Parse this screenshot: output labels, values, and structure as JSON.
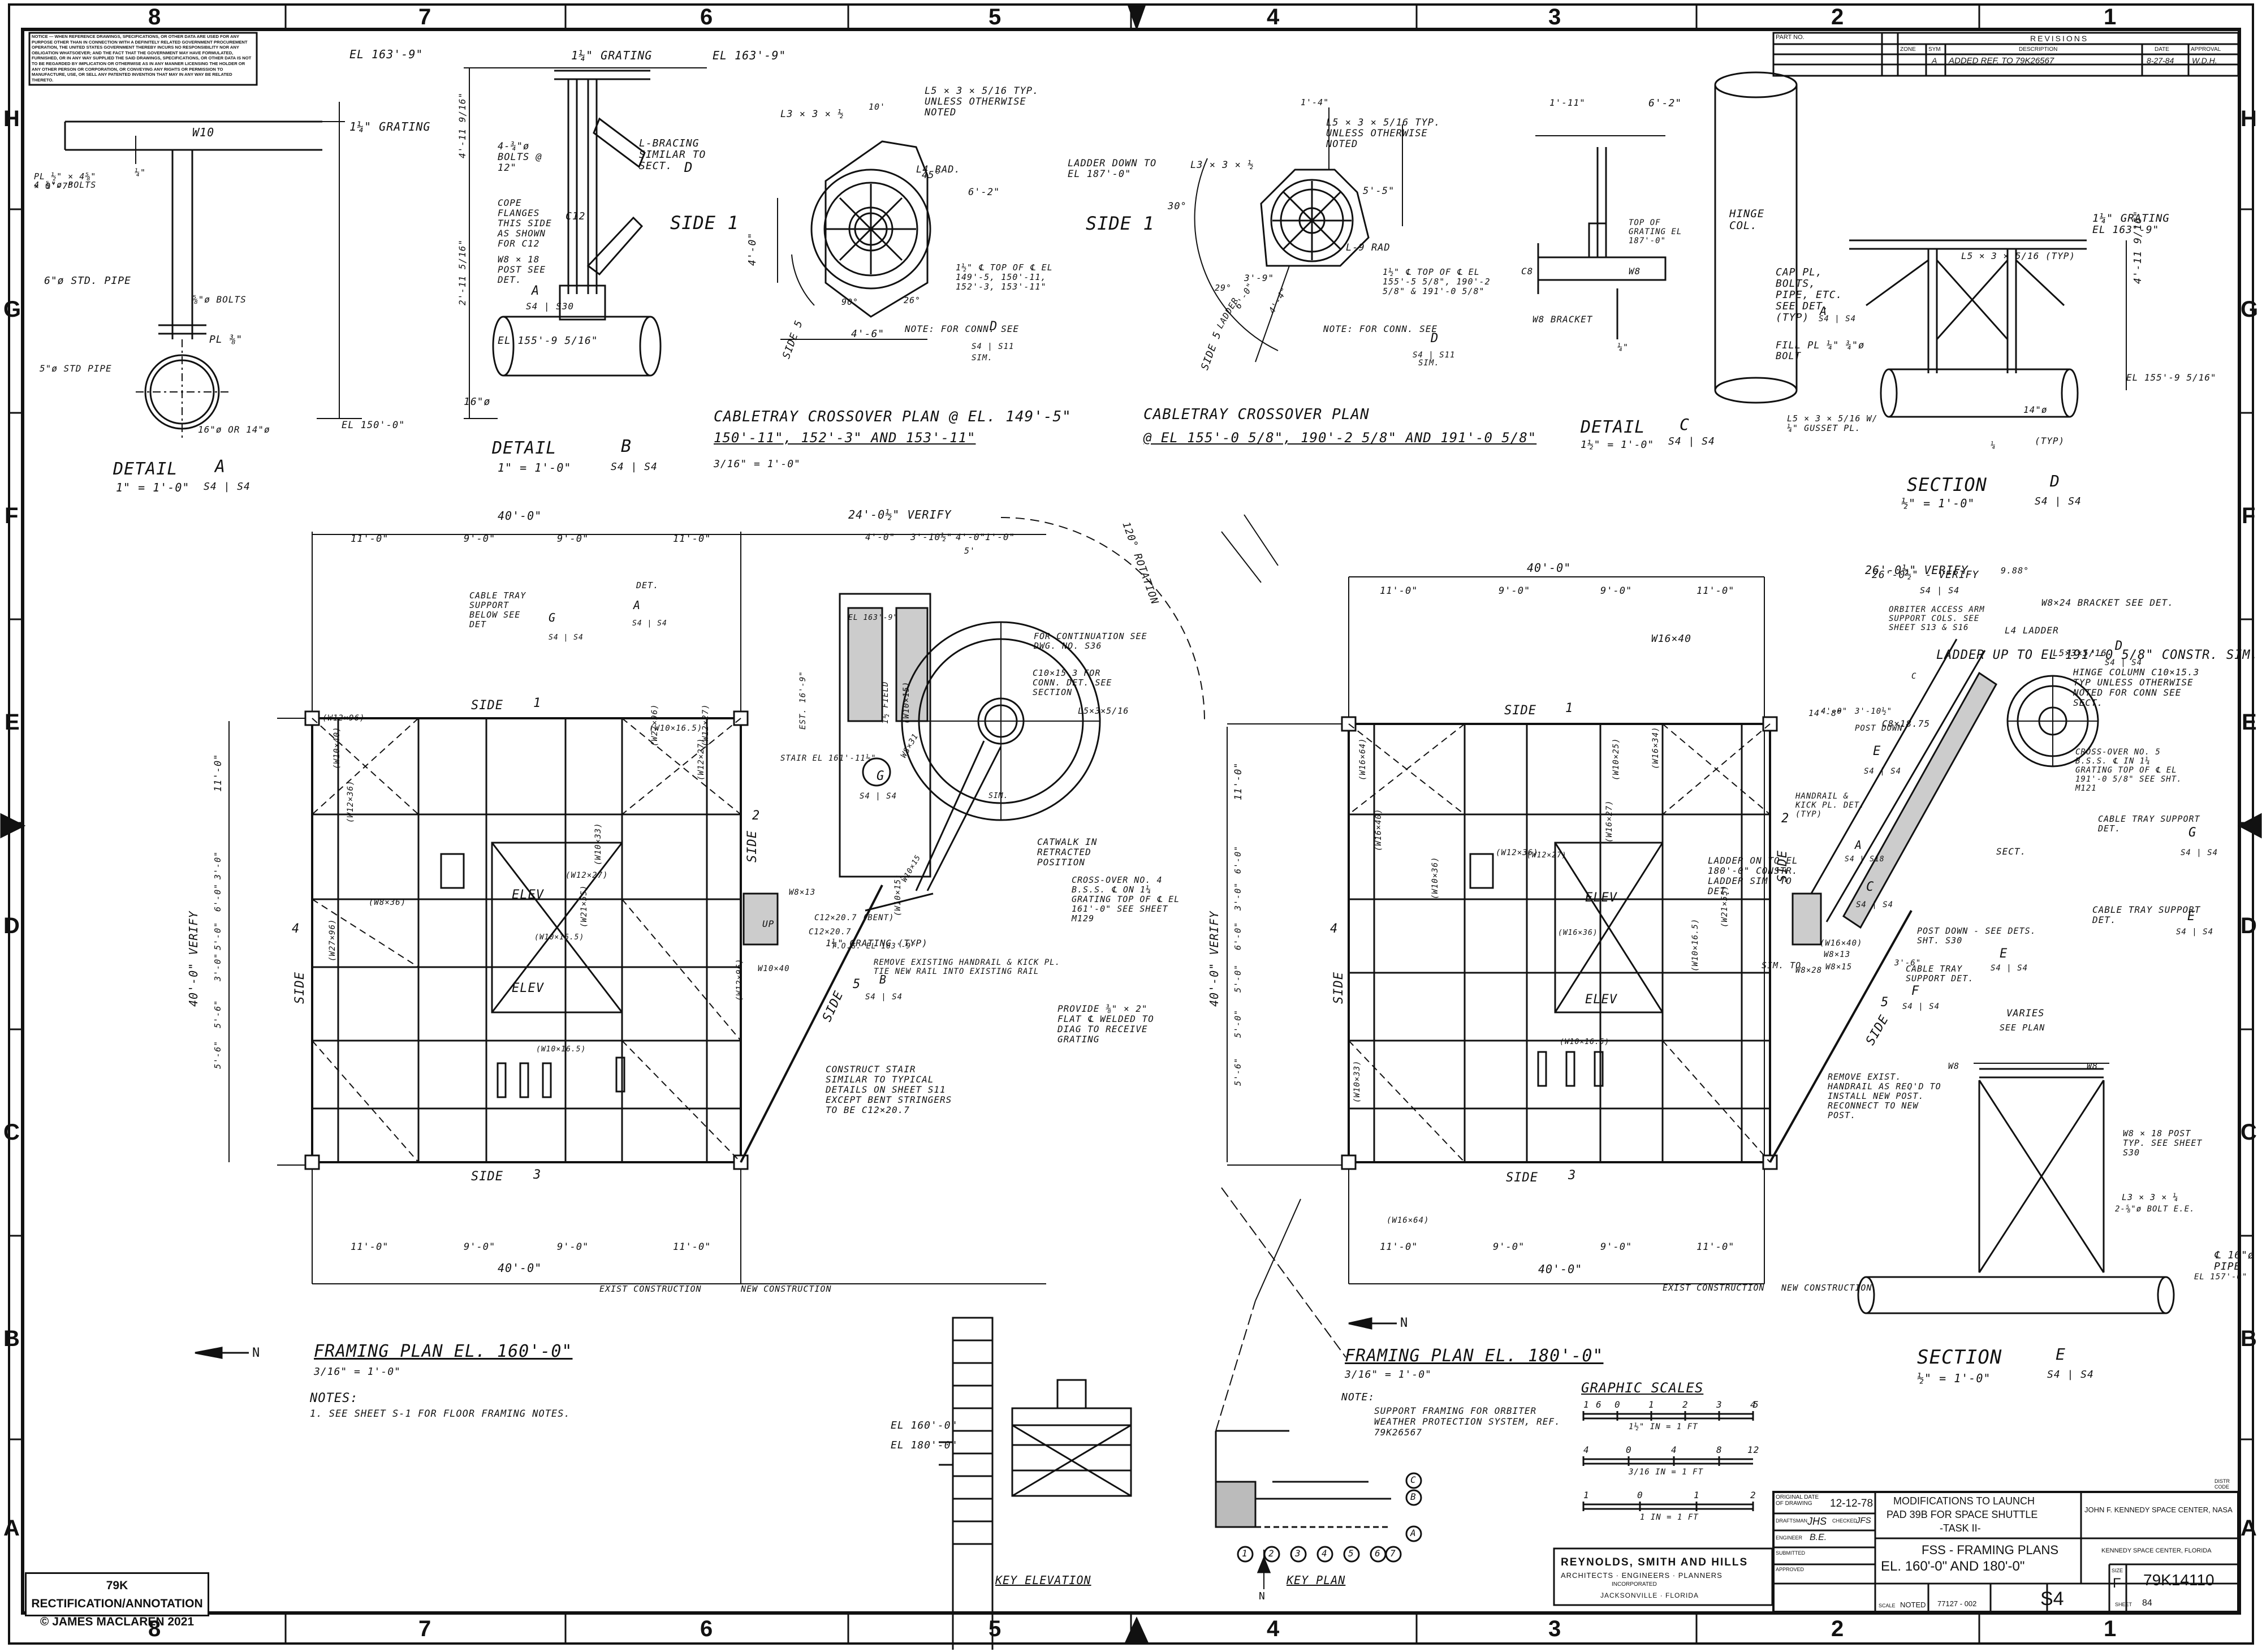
{
  "border": {
    "columns": [
      "8",
      "7",
      "6",
      "5",
      "4",
      "3",
      "2",
      "1"
    ],
    "rows": [
      "H",
      "G",
      "F",
      "E",
      "D",
      "C",
      "B",
      "A"
    ]
  },
  "notice": "NOTICE — WHEN REFERENCE DRAWINGS, SPECIFICATIONS, OR OTHER DATA ARE USED FOR ANY PURPOSE OTHER THAN IN CONNECTION WITH A DEFINITELY RELATED GOVERNMENT PROCUREMENT OPERATION, THE UNITED STATES GOVERNMENT THEREBY INCURS NO RESPONSIBILITY NOR ANY OBLIGATION WHATSOEVER; AND THE FACT THAT THE GOVERNMENT MAY HAVE FORMULATED, FURNISHED, OR IN ANY WAY SUPPLIED THE SAID DRAWINGS, SPECIFICATIONS, OR OTHER DATA IS NOT TO BE REGARDED BY IMPLICATION OR OTHERWISE AS IN ANY MANNER LICENSING THE HOLDER OR ANY OTHER PERSON OR CORPORATION, OR CONVEYING ANY RIGHTS OR PERMISSION TO MANUFACTURE, USE, OR SELL ANY PATENTED INVENTION THAT MAY IN ANY WAY BE RELATED THERETO.",
  "revisions": {
    "header": "REVISIONS",
    "part_no": "PART NO.",
    "cols": [
      "ZONE",
      "SYM",
      "DESCRIPTION",
      "DATE",
      "APPROVAL"
    ],
    "row": {
      "sym": "A",
      "description": "ADDED REF. TO 79K26567",
      "date": "8-27-84",
      "approval": "W.D.H."
    }
  },
  "details": {
    "a": {
      "title": "DETAIL",
      "letter": "A",
      "scale": "1\" = 1'-0\"",
      "sheet": "S4 | S4",
      "labels": [
        "W10",
        "EL 163'-9\"",
        "1¼\" GRATING",
        "PL ½\" × 4⅝\" × 0'-7\"",
        "4 ⅝\"ø BOLTS",
        "6\"ø STD. PIPE",
        "⅝\"ø BOLTS",
        "PL ⅜\"",
        "5\"ø STD PIPE",
        "16\"ø OR 14\"ø",
        "¼\""
      ]
    },
    "b": {
      "title": "DETAIL",
      "letter": "B",
      "scale": "1\" = 1'-0\"",
      "sheet": "S4 | S4",
      "labels": [
        "1¼\" GRATING",
        "EL 163'-9\"",
        "C12",
        "4-¾\"ø BOLTS @ 12\"",
        "L-BRACING SIMILAR TO SECT.",
        "D",
        "COPE FLANGES THIS SIDE AS SHOWN FOR C12",
        "W8 × 18 POST SEE DET.",
        "A",
        "S4 | S30",
        "EL 155'-9 5/16\"",
        "16\"ø",
        "EL 150'-0\"",
        "4'-11 9/16\"",
        "2'-11 5/16\""
      ]
    },
    "c": {
      "title": "DETAIL",
      "letter": "C",
      "scale": "1½\" = 1'-0\"",
      "sheet": "S4 | S4",
      "labels": [
        "6'-2\"",
        "1'-11\"",
        "TOP OF GRATING EL 187'-0\"",
        "HINGE COL.",
        "C8",
        "W8",
        "W8 BRACKET",
        "¼\""
      ]
    },
    "d": {
      "title": "SECTION",
      "letter": "D",
      "scale": "½\" = 1'-0\"",
      "sheet": "S4 | S4",
      "labels": [
        "1¼\" GRATING",
        "EL 163'-9\"",
        "CAP PL, BOLTS, PIPE, ETC. SEE DET. (TYP)",
        "A",
        "S4 | S4",
        "FILL PL ¼\" ¾\"ø BOLT",
        "L5 × 3 × 5/16 (TYP)",
        "L5 × 3 × 5/16 W/ ¼\" GUSSET PL.",
        "EL 155'-9 5/16\"",
        "4'-11 9/16\"",
        "14\"ø",
        "(TYP)",
        "¼"
      ]
    },
    "e": {
      "title": "SECTION",
      "letter": "E",
      "scale": "½\" = 1'-0\"",
      "sheet": "S4 | S4",
      "labels": [
        "VARIES",
        "SEE PLAN",
        "W8",
        "W8",
        "W8 × 18 POST TYP. SEE SHEET S30",
        "L3 × 3 × ¼",
        "2-⅝\"ø BOLT E.E.",
        "℄ 16\"ø PIPE",
        "EL 157'-0\""
      ]
    }
  },
  "crossover1": {
    "title": "CABLETRAY CROSSOVER PLAN @ EL. 149'-5\"",
    "subtitle": "150'-11\", 152'-3\" AND 153'-11\"",
    "scale": "3/16\" = 1'-0\"",
    "labels": [
      "L3 × 3 × ½",
      "L5 × 3 × 5/16 TYP. UNLESS OTHERWISE NOTED",
      "10'",
      "SIDE 1",
      "L4 RAD.",
      "45°",
      "6'-2\"",
      "4'-0\"",
      "1½\" ℄ TOP OF ℄ EL 149'-5, 150'-11, 152'-3, 153'-11\"",
      "90°",
      "26°",
      "4'-6\"",
      "SIDE 5",
      "NOTE: FOR CONN. SEE",
      "D",
      "S4 | S11",
      "SIM."
    ]
  },
  "crossover2": {
    "title": "CABLETRAY CROSSOVER PLAN",
    "subtitle": "@ EL 155'-0 5/8\", 190'-2 5/8\" AND 191'-0 5/8\"",
    "labels": [
      "LADDER DOWN TO EL 187'-0\"",
      "L3 × 3 × ½",
      "L5 × 3 × 5/16 TYP. UNLESS OTHERWISE NOTED",
      "1'-4\"",
      "SIDE 1",
      "30°",
      "5'-5\"",
      "L-9 RAD",
      "3'-9\"",
      "1½\" ℄ TOP OF ℄ EL 155'-5 5/8\", 190'-2 5/8\" & 191'-0 5/8\"",
      "29°",
      "SIDE 5",
      "NOTE: FOR CONN. SEE",
      "D",
      "S4 | S11",
      "SIM.",
      "6'-0\"",
      "4'-4\"",
      "LADDER"
    ]
  },
  "plan_left": {
    "title": "FRAMING PLAN EL. 160'-0\"",
    "scale": "3/16\" = 1'-0\"",
    "north": "N",
    "notes_title": "NOTES:",
    "note": "1. SEE SHEET S-1 FOR FLOOR FRAMING NOTES.",
    "dims_top": [
      "40'-0\"",
      "11'-0\"",
      "9'-0\"",
      "9'-0\"",
      "11'-0\"",
      "24'-0½\" VERIFY",
      "4'-0\"",
      "3'-10½\"",
      "4'-0\"",
      "1'-0\"",
      "5'"
    ],
    "dims_bottom": [
      "11'-0\"",
      "9'-0\"",
      "9'-0\"",
      "11'-0\"",
      "40'-0\""
    ],
    "dims_left": [
      "11'-0\"",
      "3'-0\"",
      "6'-0\"",
      "5'-0\"",
      "3'-0\"",
      "5'-6\"",
      "5'-6\"",
      "40'-0\" VERIFY"
    ],
    "sides": [
      "SIDE",
      "1",
      "SIDE",
      "2",
      "SIDE",
      "3",
      "SIDE",
      "4",
      "SIDE",
      "5"
    ],
    "labels": [
      "ELEV",
      "ELEV",
      "(W8×36)",
      "(W10×40)",
      "(W12×96)",
      "(W12×96)",
      "(W12×27)",
      "(W10×16.5)",
      "(W10×16.5)",
      "(W10×16.5)",
      "(W21×55)",
      "(W10×33)",
      "(W12×36)",
      "(W12×27)",
      "(W12×27)",
      "(W27×96)",
      "(W27×96)",
      "(W10×15)",
      "(W10×15)",
      "W8×13",
      "W10×40",
      "C12×20.7 (BENT)",
      "C12×20.7",
      "T.O.G. EL 163'-9\"",
      "W10×15",
      "W8×31",
      "STAIR EL 161'-11½\"",
      "CABLE TRAY SUPPORT BELOW SEE DET",
      "G",
      "S4 | S4",
      "DET.",
      "A",
      "S4 | S4",
      "EL 163'-9\"",
      "1¼\" GRATING (TYP)",
      "FOR CONTINUATION SEE DWG. NO. S36",
      "C10×15.3 FOR CONN. DET. SEE SECTION",
      "L5×3×5/16",
      "120° ROTATION",
      "CATWALK IN RETRACTED POSITION",
      "CROSS-OVER NO. 4 B.S.S. ℄ ON 1¼ GRATING TOP OF ℄ EL 161'-0\" SEE SHEET M129",
      "REMOVE EXISTING HANDRAIL & KICK PL. TIE NEW RAIL INTO EXISTING RAIL",
      "PROVIDE ⅜\" × 2\" FLAT ℄ WELDED TO DIAG TO RECEIVE GRATING",
      "CONSTRUCT STAIR SIMILAR TO TYPICAL DETAILS ON SHEET S11 EXCEPT BENT STRINGERS TO BE C12×20.7",
      "B",
      "S4 | S4",
      "UP",
      "1½ FIELD",
      "EST. 16'-9\"",
      "G",
      "S4 | S4",
      "SIM.",
      "EXIST CONSTRUCTION",
      "NEW CONSTRUCTION"
    ]
  },
  "plan_right": {
    "title": "FRAMING PLAN EL. 180'-0\"",
    "scale": "3/16\" = 1'-0\"",
    "north": "N",
    "notes_title": "NOTE:",
    "note": "SUPPORT FRAMING FOR ORBITER WEATHER PROTECTION SYSTEM, REF. 79K26567",
    "dims_top": [
      "40'-0\"",
      "11'-0\"",
      "9'-0\"",
      "9'-0\"",
      "11'-0\"",
      "26'-0½\" VERIFY",
      "4'-0\"",
      "3'-10½\""
    ],
    "dims_bottom": [
      "11'-0\"",
      "9'-0\"",
      "9'-0\"",
      "11'-0\"",
      "40'-0\""
    ],
    "dims_left": [
      "11'-0\"",
      "6'-0\"",
      "3'-0\"",
      "6'-0\"",
      "5'-0\"",
      "5'-0\"",
      "5'-6\"",
      "40'-0\" VERIFY"
    ],
    "sides": [
      "SIDE",
      "1",
      "SIDE",
      "2",
      "SIDE",
      "3",
      "SIDE",
      "4",
      "SIDE",
      "5"
    ],
    "labels": [
      "ELEV",
      "ELEV",
      "(W16×64)",
      "(W16×40)",
      "(W10×36)",
      "(W12×36)",
      "(W12×27)",
      "(W10×25)",
      "(W16×36)",
      "(W10×16.5)",
      "(W10×16.5)",
      "(W21×55)",
      "(W10×33)",
      "(W16×64)",
      "(W16×34)",
      "(W16×27)",
      "(W16×40)",
      "W8×13",
      "W8×15",
      "W8×28",
      "W16×40",
      "ORBITER ACCESS ARM SUPPORT COLS. SEE SHEET S13 & S16",
      "LADDER UP TO EL 191'-0 5/8\" CONSTR. SIM. TO DETAIL",
      "C",
      "S4 | S4",
      "L4 LADDER",
      "W8×24 BRACKET SEE DET.",
      "L5×3×5/16",
      "HINGE COLUMN C10×15.3 TYP UNLESS OTHERWISE NOTED FOR CONN SEE SECT.",
      "D",
      "S4 | S4",
      "CROSS-OVER NO. 5 B.S.S. ℄ IN 1¼ GRATING TOP OF ℄ EL 191'-0 5/8\" SEE SHT. M121",
      "CABLE TRAY SUPPORT DET.",
      "G",
      "S4 | S4",
      "CABLE TRAY SUPPORT DET.",
      "E",
      "S4 | S4",
      "SECT.",
      "POST DOWN",
      "E",
      "S4 | S4",
      "HANDRAIL & KICK PL. DET. (TYP)",
      "A",
      "S4 | S18",
      "LADDER ON TO EL 180'-0\" CONSTR. LADDER SIM. TO DET.",
      "C",
      "S4 | S4",
      "POST DOWN - SEE DETS. SHT. S30",
      "E",
      "S4 | S4",
      "CABLE TRAY SUPPORT DET.",
      "F",
      "S4 | S4",
      "REMOVE EXIST. HANDRAIL AS REQ'D TO INSTALL NEW POST. RECONNECT TO NEW POST.",
      "C8×18.75",
      "14'-8\"",
      "9.88°",
      "26'-0½\" - VERIFY",
      "3'-6\"",
      "SIM. TO",
      "EXIST CONSTRUCTION",
      "NEW CONSTRUCTION"
    ]
  },
  "key_elevation": {
    "title": "KEY ELEVATION",
    "labels": [
      "EL 160'-0\"",
      "EL 180'-0\""
    ]
  },
  "key_plan": {
    "title": "KEY PLAN",
    "circles": [
      "1",
      "2",
      "3",
      "4",
      "5",
      "6",
      "7"
    ],
    "letters": [
      "C",
      "B",
      "A"
    ],
    "north": "N"
  },
  "graphic_scales": {
    "title": "GRAPHIC SCALES",
    "s1": {
      "ticks": [
        "1",
        "6",
        "0",
        "1",
        "2",
        "3",
        "4",
        "5"
      ],
      "label": "1½\" IN = 1 FT"
    },
    "s2": {
      "ticks": [
        "4",
        "0",
        "4",
        "8",
        "12"
      ],
      "label": "3/16 IN = 1 FT"
    },
    "s3": {
      "ticks": [
        "1",
        "0",
        "1",
        "2"
      ],
      "label": "1 IN = 1 FT"
    }
  },
  "firm": {
    "name": "REYNOLDS, SMITH AND HILLS",
    "line2": "ARCHITECTS · ENGINEERS · PLANNERS",
    "line3": "INCORPORATED",
    "line4": "JACKSONVILLE · FLORIDA"
  },
  "title_block": {
    "original_date_label": "ORIGINAL DATE OF DRAWING",
    "original_date": "12-12-78",
    "drawn_label": "DRAFTSMAN",
    "drawn": "JHS",
    "checked_label": "CHECKED",
    "checked": "JFS",
    "engineer_label": "ENGINEER",
    "engineer": "B.E.",
    "submitted_label": "SUBMITTED",
    "approved_label": "APPROVED",
    "project_1": "MODIFICATIONS TO LAUNCH",
    "project_2": "PAD 39B FOR SPACE SHUTTLE",
    "project_3": "-TASK II-",
    "drawing_title_1": "FSS - FRAMING PLANS",
    "drawing_title_2": "EL. 160'-0\" AND 180'-0\"",
    "agency_1": "JOHN F. KENNEDY SPACE CENTER, NASA",
    "agency_2": "KENNEDY SPACE CENTER, FLORIDA",
    "size_label": "SIZE",
    "size": "F",
    "drawing_no": "79K14110",
    "scale_label": "SCALE",
    "scale": "NOTED",
    "job_no": "77127 - 002",
    "sheet_code": "S4",
    "sheet_label": "SHEET",
    "sheet": "84",
    "distr": "DISTR CODE"
  },
  "copyright": {
    "line1": "79K RECTIFICATION/ANNOTATION",
    "line2": "© JAMES MACLAREN 2021"
  }
}
